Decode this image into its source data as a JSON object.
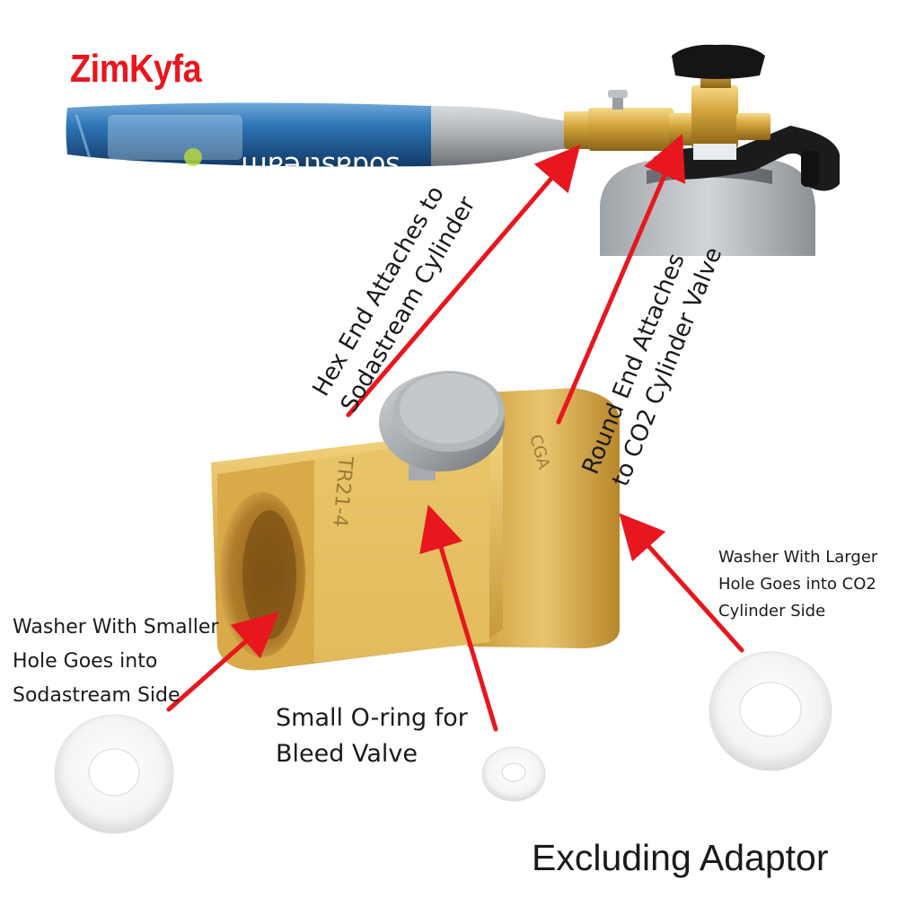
{
  "brand": "ZimKyfa",
  "cylinder_label": "sodastream",
  "labels": {
    "hex_end_line1": "Hex End Attaches to",
    "hex_end_line2": "Sodastream Cylinder",
    "round_end_line1": "Round End Attaches",
    "round_end_line2": "to CO2 Cylinder Valve",
    "washer_small": "Washer With Smaller Hole Goes into Sodastream Side",
    "washer_large": "Washer With Larger Hole Goes into CO2 Cylinder Side",
    "oring": "Small O-ring for Bleed Valve",
    "excluding": "Excluding Adaptor"
  },
  "colors": {
    "brand": "#e8161d",
    "arrow": "#e8161d",
    "brass": "#d4a53c",
    "cylinder_blue": "#1f63a6"
  }
}
